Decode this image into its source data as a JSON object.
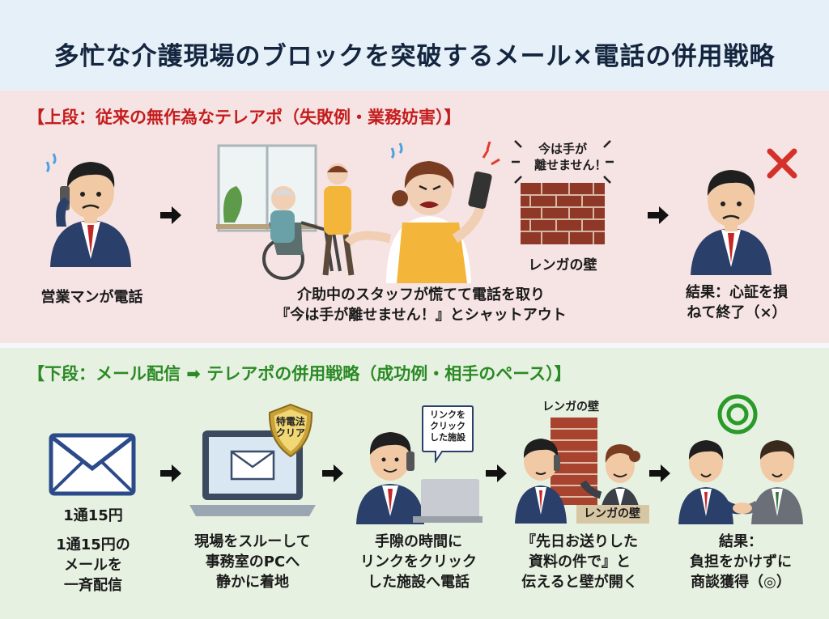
{
  "title": "多忙な介護現場のブロックを突破するメール×電話の併用戦略",
  "top_section": {
    "heading": "【上段：従来の無作為なテレアポ（失敗例・業務妨害）】",
    "step1_caption": "営業マンが電話",
    "step2_caption_line1": "介助中のスタッフが慌てて電話を取り",
    "step2_caption_line2": "『今は手が離せません！』とシャットアウト",
    "bubble_line1": "今は手が",
    "bubble_line2": "離せません！",
    "wall_label": "レンガの壁",
    "result_line1": "結果：心証を損",
    "result_line2": "ねて終了（×）"
  },
  "bottom_section": {
    "heading": "【下段：メール配信 ➡ テレアポの併用戦略（成功例・相手のペース）】",
    "price_label": "1通15円",
    "step1_line1": "1通15円の",
    "step1_line2": "メールを",
    "step1_line3": "一斉配信",
    "shield_line1": "特電法",
    "shield_line2": "クリア",
    "step2_line1": "現場をスルーして",
    "step2_line2": "事務室のPCへ",
    "step2_line3": "静かに着地",
    "bubble2_line1": "リンクを",
    "bubble2_line2": "クリック",
    "bubble2_line3": "した施設",
    "step3_line1": "手隙の時間に",
    "step3_line2": "リンクをクリック",
    "step3_line3": "した施設へ電話",
    "wall_label_top": "レンガの壁",
    "wall_label_bottom": "レンガの壁",
    "step4_line1": "『先日お送りした",
    "step4_line2": "資料の件で』と",
    "step4_line3": "伝えると壁が開く",
    "result_line1": "結果：",
    "result_line2": "負担をかけずに",
    "result_line3": "商談獲得（◎）"
  },
  "colors": {
    "fail_red": "#c41d1d",
    "success_green": "#2a8a24",
    "suit_navy": "#2b3f6b",
    "brick": "#a8432f"
  }
}
